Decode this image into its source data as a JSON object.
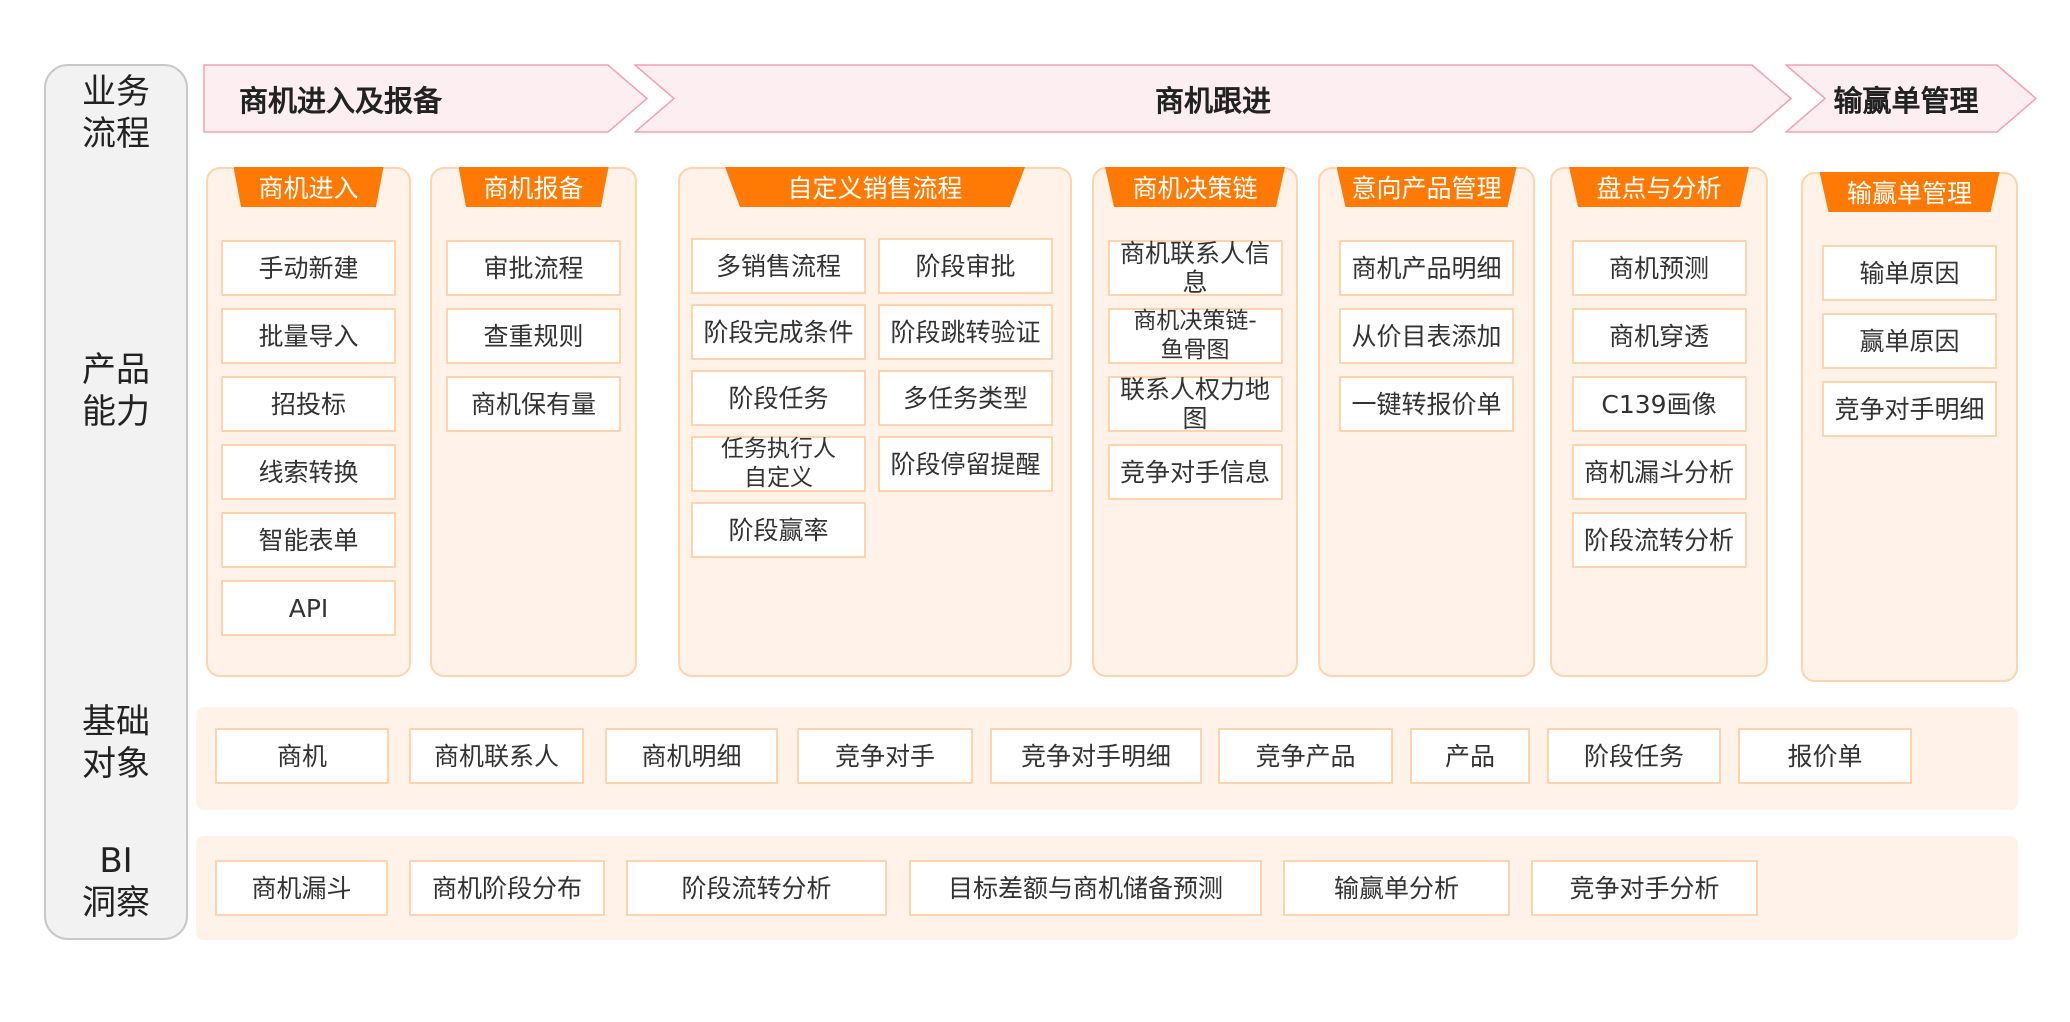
{
  "row_labels": [
    "业务\n流程",
    "产品\n能力",
    "基础\n对象",
    "BI\n洞察"
  ],
  "process_stages": [
    "商机进入及报备",
    "商机跟进",
    "输赢单管理"
  ],
  "capability_groups": [
    {
      "title": "商机进入",
      "items": [
        "手动新建",
        "批量导入",
        "招投标",
        "线索转换",
        "智能表单",
        "API"
      ]
    },
    {
      "title": "商机报备",
      "items": [
        "审批流程",
        "查重规则",
        "商机保有量"
      ]
    },
    {
      "title": "自定义销售流程",
      "items": [
        "多销售流程",
        "阶段审批",
        "阶段完成条件",
        "阶段跳转验证",
        "阶段任务",
        "多任务类型",
        "任务执行人\n自定义",
        "阶段停留提醒",
        "阶段赢率"
      ]
    },
    {
      "title": "商机决策链",
      "items": [
        "商机联系人信息",
        "商机决策链-\n鱼骨图",
        "联系人权力地图",
        "竞争对手信息"
      ]
    },
    {
      "title": "意向产品管理",
      "items": [
        "商机产品明细",
        "从价目表添加",
        "一键转报价单"
      ]
    },
    {
      "title": "盘点与分析",
      "items": [
        "商机预测",
        "商机穿透",
        "C139画像",
        "商机漏斗分析",
        "阶段流转分析"
      ]
    },
    {
      "title": "输赢单管理",
      "items": [
        "输单原因",
        "赢单原因",
        "竞争对手明细"
      ]
    }
  ],
  "base_objects": [
    "商机",
    "商机联系人",
    "商机明细",
    "竞争对手",
    "竞争对手明细",
    "竞争产品",
    "产品",
    "阶段任务",
    "报价单"
  ],
  "bi_insights": [
    "商机漏斗",
    "商机阶段分布",
    "阶段流转分析",
    "目标差额与商机储备预测",
    "输赢单分析",
    "竞争对手分析"
  ],
  "colors": {
    "accent": "#ff7a05",
    "panel": "#fff2e8",
    "panel_border": "#ffd3ad",
    "arrow_fill": "#fdeef2",
    "arrow_border": "#f4a0b4"
  }
}
